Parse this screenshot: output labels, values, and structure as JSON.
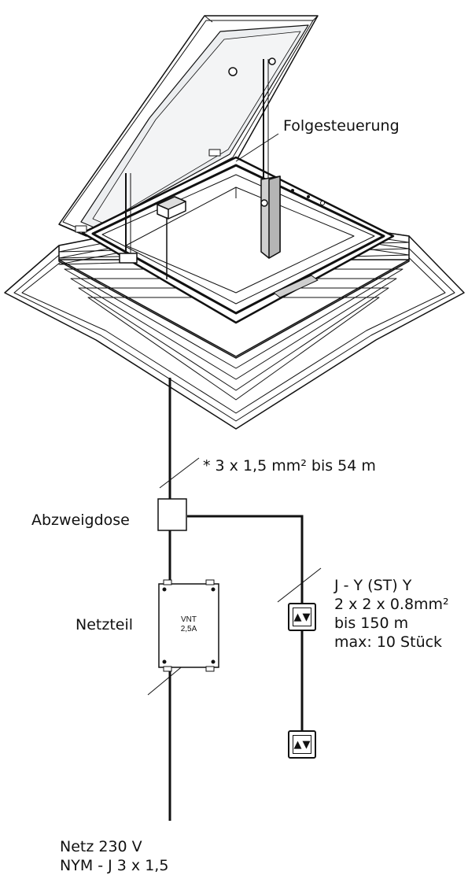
{
  "labels": {
    "folgesteuerung": "Folgesteuerung",
    "cable_main": "* 3 x 1,5 mm² bis 54 m",
    "abzweigdose": "Abzweigdose",
    "cable_switch": [
      "J - Y (ST) Y",
      "2 x 2 x 0.8mm²",
      "bis 150 m",
      "max: 10 Stück"
    ],
    "netzteil": "Netzteil",
    "psu_lines": [
      "VNT",
      "2,5A"
    ],
    "mains": [
      "Netz 230 V",
      "NYM - J 3 x 1,5"
    ]
  },
  "icons": {
    "switch": "up-down-switch-icon",
    "skylight": "roof-hatch-illustration",
    "junction_box": "junction-box-icon",
    "power_supply": "power-supply-icon"
  },
  "switch_glyphs": [
    "▲",
    "▼"
  ],
  "colors": {
    "line": "#111111",
    "glass": "#e9ecef",
    "frame": "#ffffff",
    "actuator": "#cfcfcf"
  }
}
